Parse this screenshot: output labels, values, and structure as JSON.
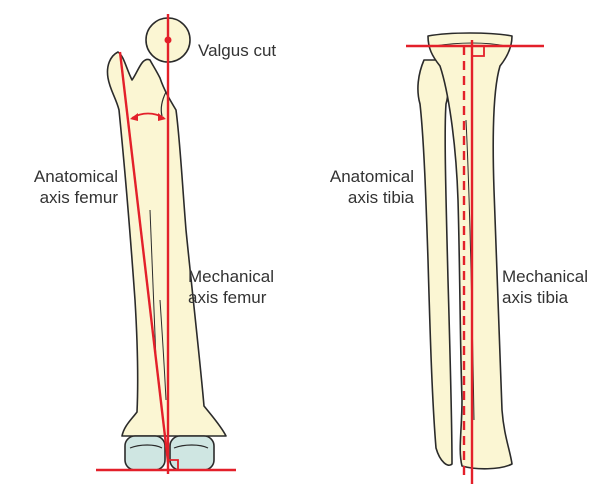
{
  "labels": {
    "valgus_cut": "Valgus cut",
    "anat_femur": [
      "Anatomical",
      "axis femur"
    ],
    "mech_femur": [
      "Mechanical",
      "axis femur"
    ],
    "anat_tibia": [
      "Anatomical",
      "axis tibia"
    ],
    "mech_tibia": [
      "Mechanical",
      "axis tibia"
    ]
  },
  "colors": {
    "bone_fill": "#fbf6d3",
    "bone_outline": "#2b2b2b",
    "axis_line": "#e3202a",
    "cartilage": "#cfe6e2"
  }
}
